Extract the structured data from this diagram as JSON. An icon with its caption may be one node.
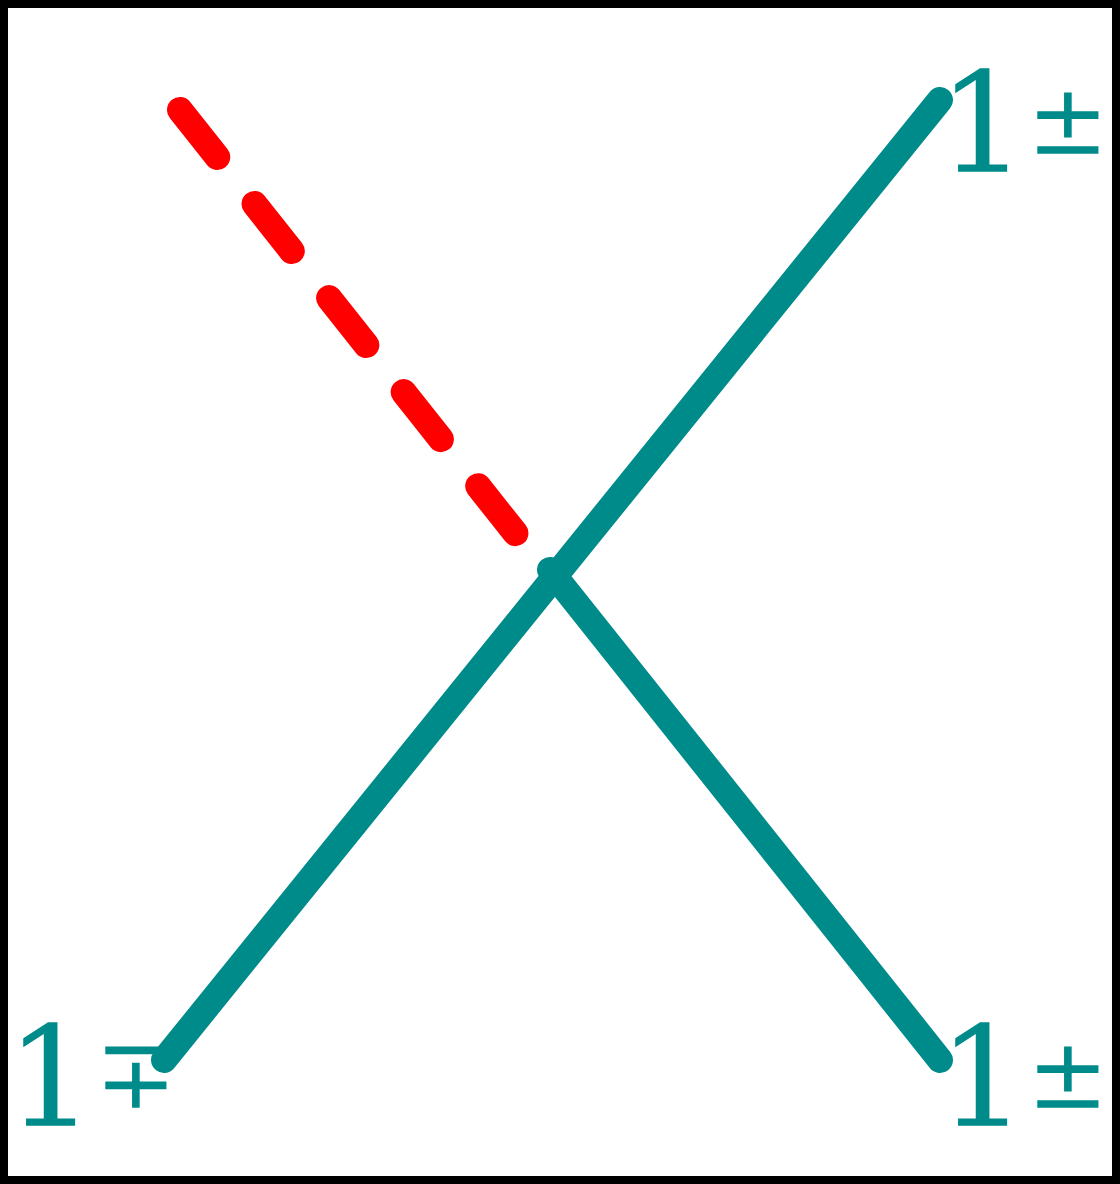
{
  "diagram": {
    "labels": [
      "1$^{±}$",
      "1$^{∓}$",
      "1$^{±}$"
    ]
  }
}
